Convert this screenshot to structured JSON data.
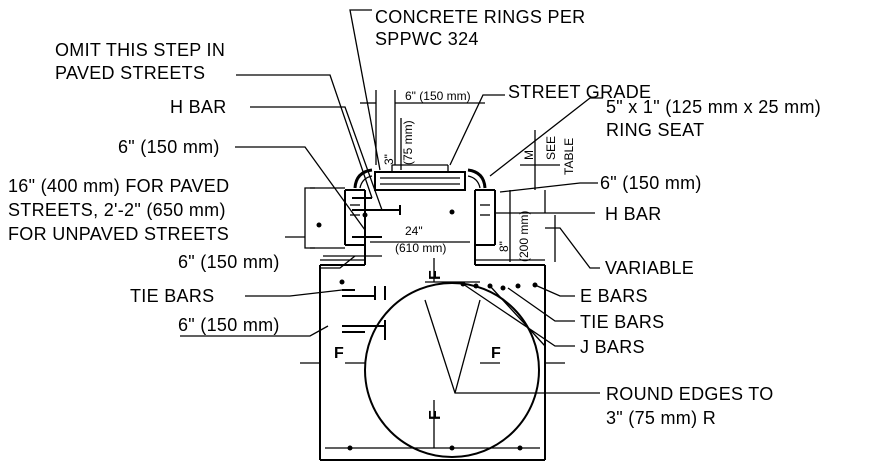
{
  "labels": {
    "concrete_rings_1": "CONCRETE RINGS PER",
    "concrete_rings_2": "SPPWC 324",
    "omit_step_1": "OMIT THIS STEP IN",
    "omit_step_2": "PAVED STREETS",
    "dim_6in_150mm_top": "6\" (150 mm)",
    "street_grade": "STREET GRADE",
    "ring_seat_1": "5\" x 1\" (125 mm x 25 mm)",
    "ring_seat_2": "RING SEAT",
    "h_bar_left": "H BAR",
    "dim_3in": "3\"",
    "dim_75mm": "(75 mm)",
    "dim_m": "M",
    "see": "SEE",
    "table": "TABLE",
    "dim_6in_150mm_left": "6\" (150 mm)",
    "dim_6in_150mm_right": "6\" (150 mm)",
    "paved_1": "16\" (400 mm) FOR PAVED",
    "paved_2": "STREETS, 2'-2\" (650 mm)",
    "paved_3": "FOR UNPAVED STREETS",
    "h_bar_right": "H BAR",
    "dim_24in": "24\"",
    "dim_610mm": "(610 mm)",
    "dim_8in": "8\"",
    "dim_200mm": "(200 mm)",
    "dim_6in_150mm_mid": "6\" (150 mm)",
    "variable": "VARIABLE",
    "f_top": "F",
    "tie_bars_left": "TIE BARS",
    "e_bars": "E BARS",
    "dim_6in_150mm_low": "6\" (150 mm)",
    "tie_bars_right": "TIE BARS",
    "j_bars": "J BARS",
    "f_left": "F",
    "f_right": "F",
    "round_edges_1": "ROUND EDGES TO",
    "round_edges_2": "3\" (75 mm) R",
    "f_bottom": "F"
  }
}
